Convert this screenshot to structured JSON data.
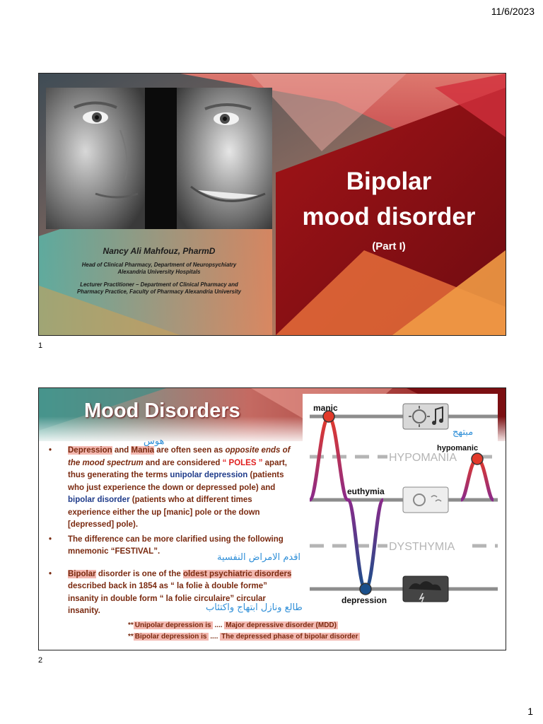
{
  "header": {
    "date": "11/6/2023"
  },
  "slide1": {
    "number": "1",
    "title_line1": "Bipolar",
    "title_line2": "mood disorder",
    "subtitle": "(Part I)",
    "author_name": "Nancy Ali Mahfouz, PharmD",
    "affiliation_line1": "Head of Clinical Pharmacy, Department of Neuropsychiatry",
    "affiliation_line2": "Alexandria University Hospitals",
    "affiliation_line3": "Lecturer Practitioner – Department of Clinical Pharmacy and",
    "affiliation_line4": "Pharmacy Practice, Faculty of Pharmacy Alexandria University"
  },
  "slide2": {
    "number": "2",
    "title": "Mood Disorders",
    "arabic_mania": "هوس",
    "arabic_elated": "مبتهج",
    "arabic_oldest": "اقدم الامراض النفسية",
    "arabic_updown": "طالع ونازل  ابتهاج واكتئاب",
    "bullet1": {
      "depression": "Depression",
      "and": " and ",
      "mania": "Mania",
      "t1": " are often seen as ",
      "opposite": "opposite ends of the mood spectrum",
      "t2": " and are considered ",
      "poles": "“ POLES ”",
      "t3": " apart, thus generating the terms ",
      "unipolar": "unipolar depression",
      "t4": " (patients who just experience the down or depressed pole)  and ",
      "bipolar": "bipolar disorder",
      "t5": " (patients who at  different  times experience either the up [manic] pole or the down [depressed] pole)."
    },
    "bullet2": "The difference can be more clarified using the following mnemonic “FESTIVAL”.",
    "bullet3": {
      "bipolar": "Bipolar",
      "t1": " disorder is one of the ",
      "oldest": "oldest psychiatric disorders",
      "t2": " described  back in 1854 as “ la folie à double forme” insanity in double form “ la folie circulaire” circular insanity."
    },
    "note1_prefix": "**",
    "note1_a": "Unipolar depression is",
    "note1_b": " .... ",
    "note1_c": "Major depressive disorder (MDD)",
    "note2_prefix": "**",
    "note2_a": "Bipolar depression is",
    "note2_b": " .... ",
    "note2_c": "The depressed phase of bipolar disorder",
    "diagram": {
      "manic": "manic",
      "hypomanic": "hypomanic",
      "hypomania": "HYPOMANIA",
      "euthymia": "euthymia",
      "dysthymia": "DYSTHYMIA",
      "depression": "depression"
    }
  },
  "footer": {
    "page": "1"
  }
}
